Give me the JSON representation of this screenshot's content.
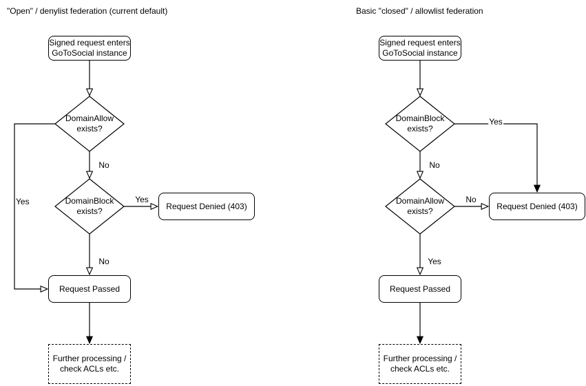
{
  "colors": {
    "stroke": "#000000",
    "background": "#ffffff",
    "text": "#000000"
  },
  "left_chart": {
    "title": "\"Open\" / denylist federation (current default)",
    "start": {
      "line1": "Signed request enters",
      "line2": "GoToSocial instance"
    },
    "decision1": {
      "line1": "DomainAllow",
      "line2": "exists?"
    },
    "decision2": {
      "line1": "DomainBlock",
      "line2": "exists?"
    },
    "denied": {
      "label": "Request Denied (403)"
    },
    "passed": {
      "label": "Request Passed"
    },
    "further": {
      "line1": "Further processing /",
      "line2": "check ACLs etc."
    },
    "edge_labels": {
      "allow_yes": "Yes",
      "allow_no": "No",
      "block_yes": "Yes",
      "block_no": "No"
    }
  },
  "right_chart": {
    "title": "Basic \"closed\" / allowlist federation",
    "start": {
      "line1": "Signed request enters",
      "line2": "GoToSocial instance"
    },
    "decision1": {
      "line1": "DomainBlock",
      "line2": "exists?"
    },
    "decision2": {
      "line1": "DomainAllow",
      "line2": "exists?"
    },
    "denied": {
      "label": "Request Denied (403)"
    },
    "passed": {
      "label": "Request Passed"
    },
    "further": {
      "line1": "Further processing /",
      "line2": "check ACLs etc."
    },
    "edge_labels": {
      "block_yes": "Yes",
      "block_no": "No",
      "allow_no": "No",
      "allow_yes": "Yes"
    }
  }
}
